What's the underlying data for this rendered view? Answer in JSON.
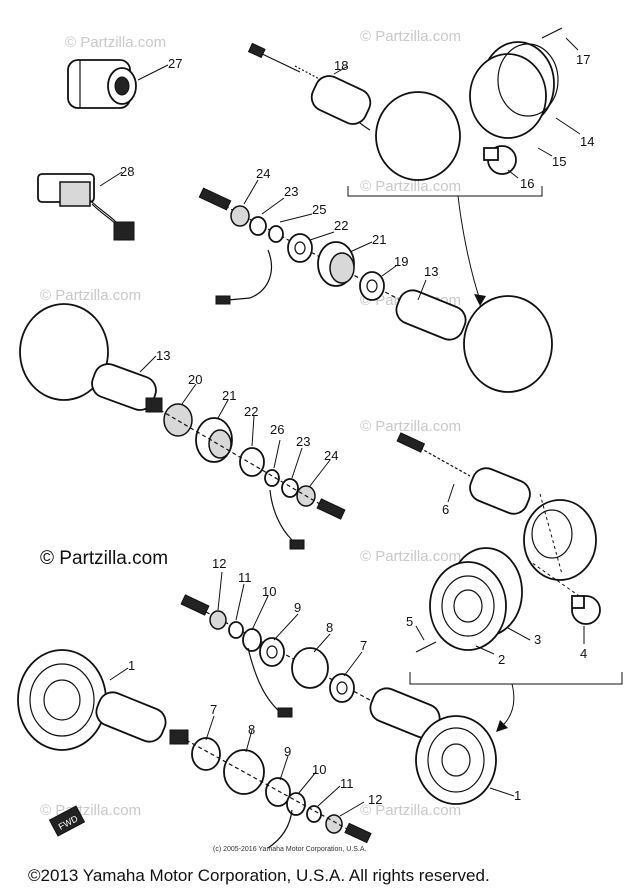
{
  "watermarks": {
    "light": [
      "© Partzilla.com",
      "© Partzilla.com",
      "© Partzilla.com",
      "© Partzilla.com",
      "© Partzilla.com",
      "© Partzilla.com",
      "© Partzilla.com",
      "© Partzilla.com",
      "© Partzilla.com"
    ],
    "strong": "© Partzilla.com"
  },
  "copyright_small": "(c) 2005-2016 Yamaha Motor Corporation, U.S.A.",
  "copyright_main": "©2013 Yamaha Motor Corporation, U.S.A. All rights reserved.",
  "fwd_label": "FWD",
  "callouts": [
    "27",
    "18",
    "17",
    "14",
    "15",
    "16",
    "28",
    "24",
    "23",
    "25",
    "22",
    "21",
    "19",
    "13",
    "13",
    "20",
    "21",
    "22",
    "26",
    "23",
    "24",
    "6",
    "12",
    "11",
    "10",
    "9",
    "8",
    "7",
    "5",
    "3",
    "2",
    "4",
    "1",
    "7",
    "8",
    "9",
    "10",
    "11",
    "12",
    "1"
  ]
}
